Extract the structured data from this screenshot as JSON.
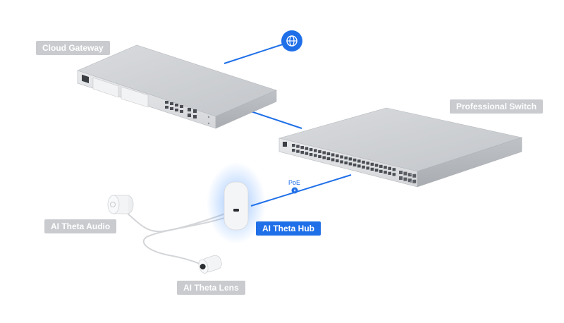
{
  "labels": {
    "cloud_gateway": "Cloud Gateway",
    "professional_switch": "Professional Switch",
    "theta_hub": "AI Theta Hub",
    "theta_audio": "AI Theta Audio",
    "theta_lens": "AI Theta Lens",
    "poe": "PoE"
  },
  "icons": {
    "internet": "globe-icon",
    "poe_marker": "lightning-icon"
  },
  "colors": {
    "link": "#1f6fe8",
    "label_inactive": "#c9cbcf",
    "label_active": "#1f6fe8"
  }
}
